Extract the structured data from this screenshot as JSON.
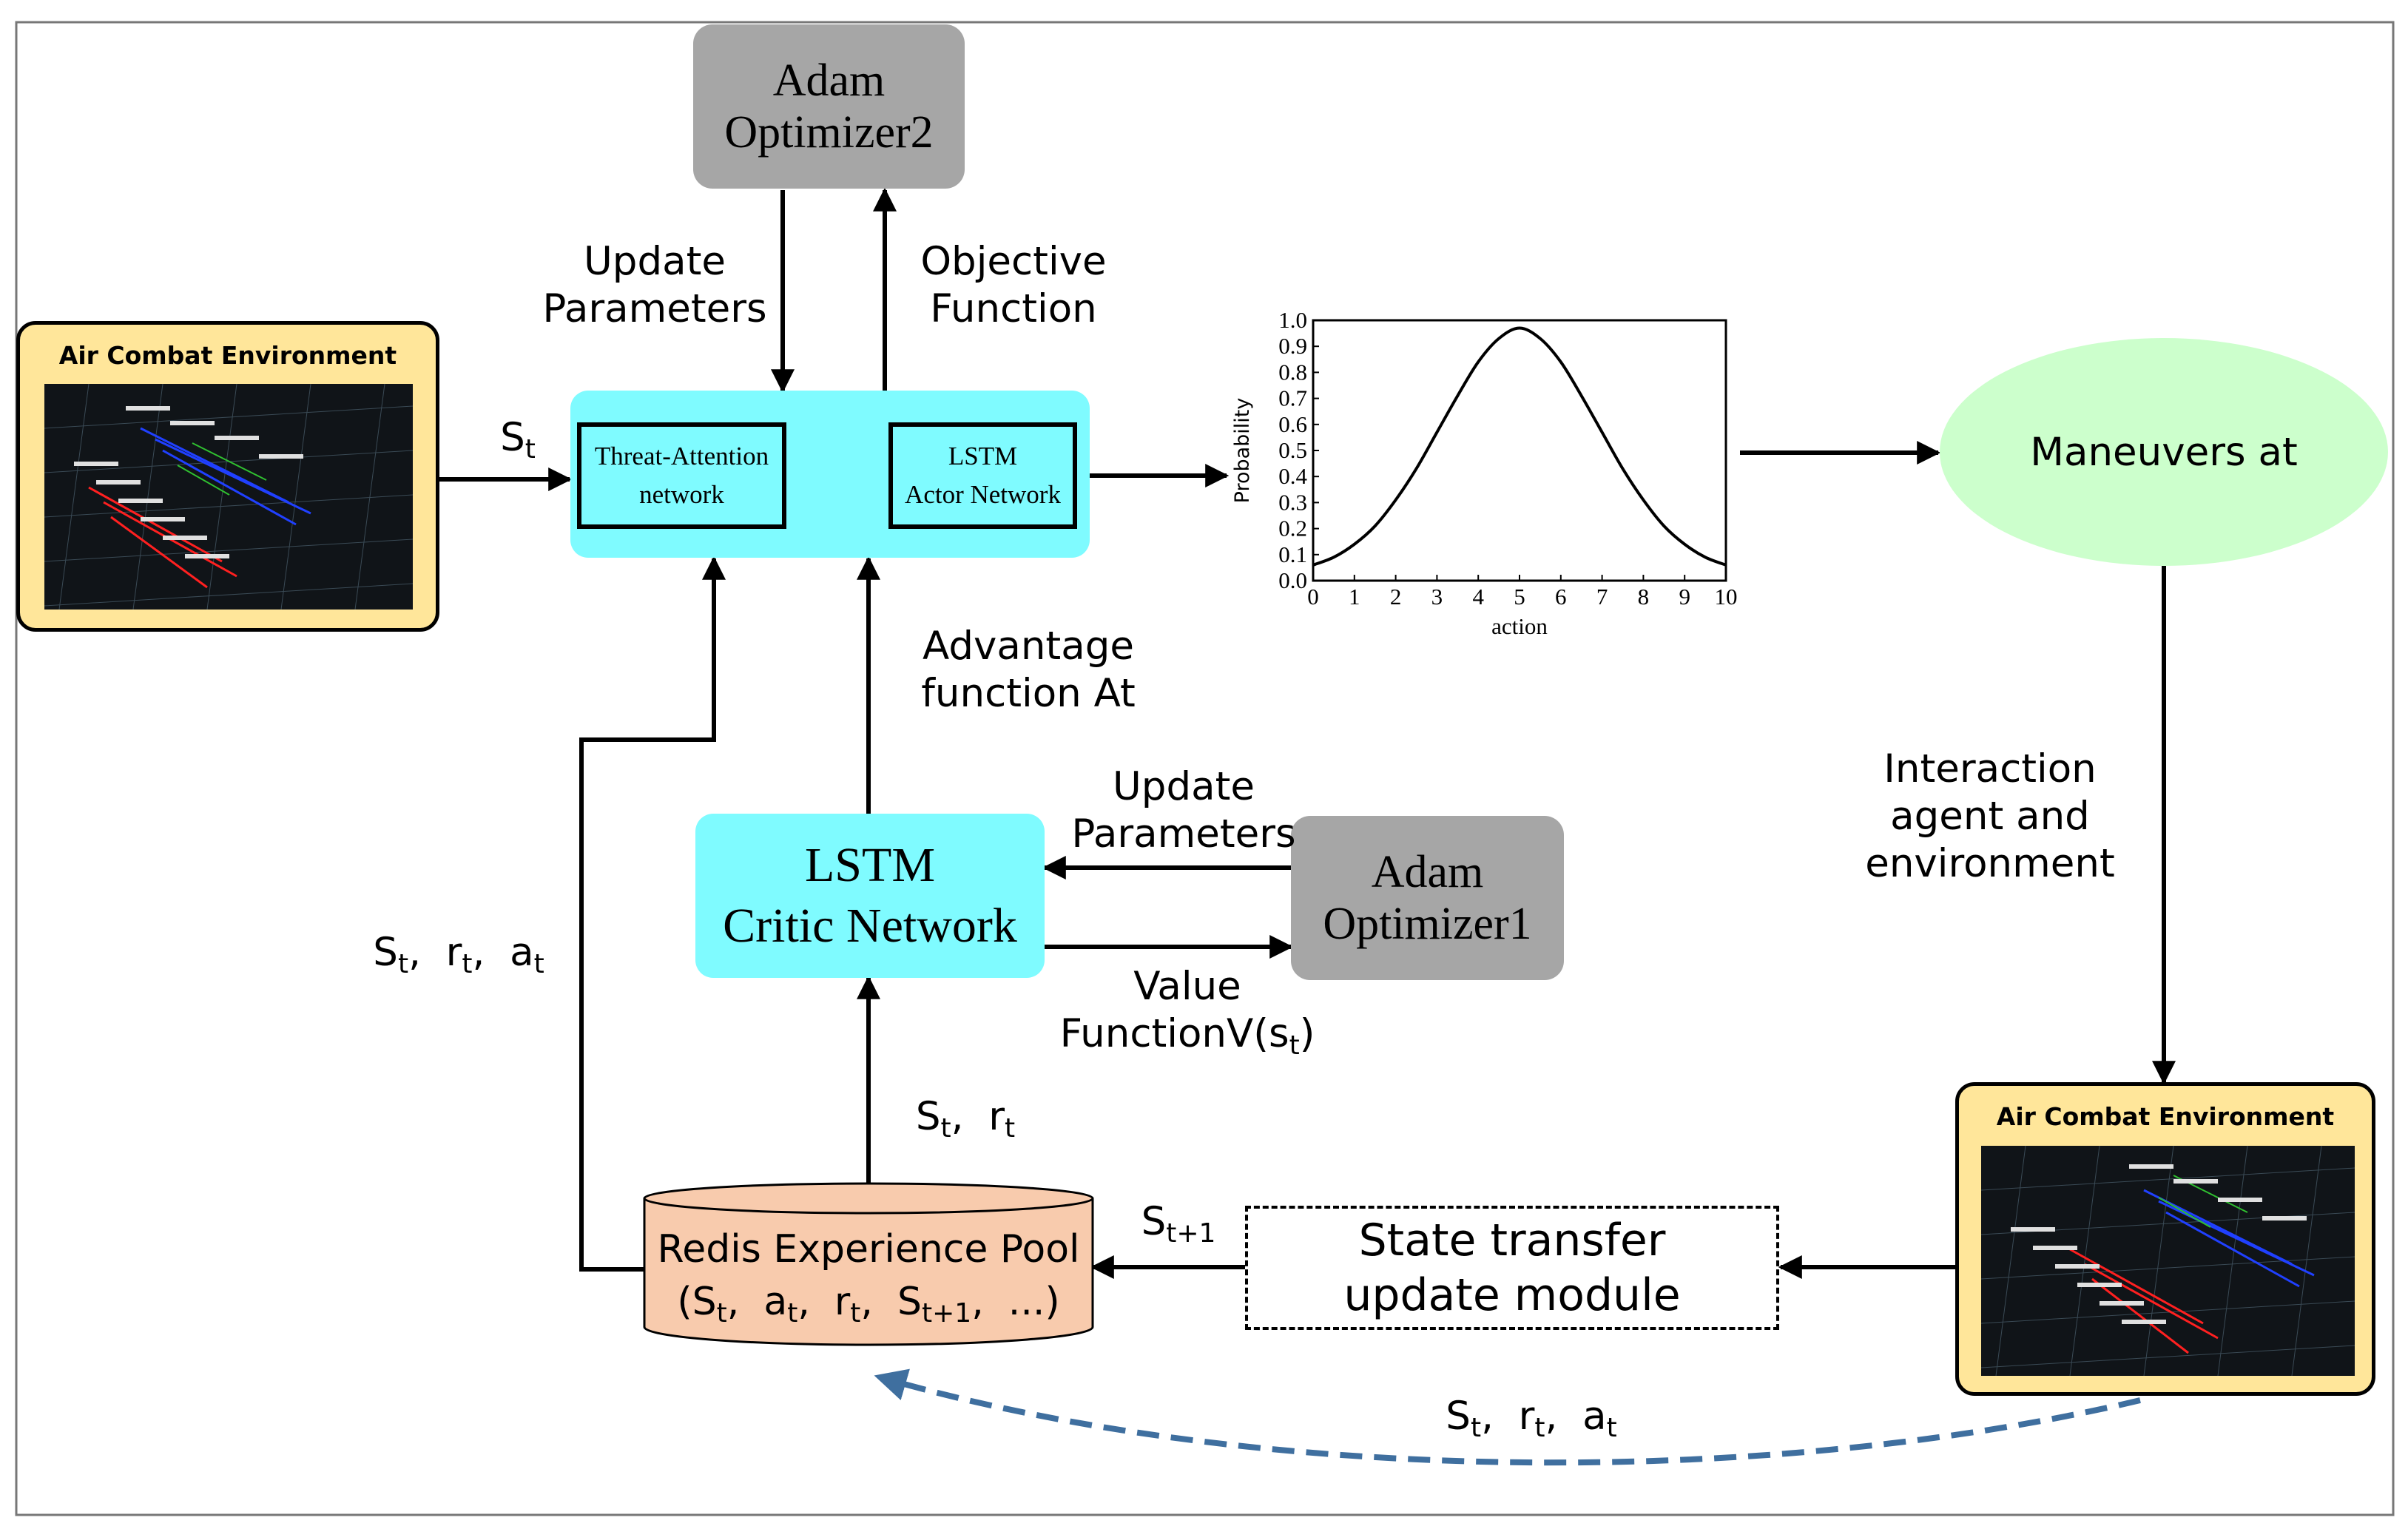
{
  "env_left": {
    "title": "Air Combat Environment"
  },
  "env_right": {
    "title": "Air Combat Environment"
  },
  "optimizer2": {
    "line1": "Adam",
    "line2": "Optimizer2"
  },
  "optimizer1": {
    "line1": "Adam",
    "line2": "Optimizer1"
  },
  "labels": {
    "update_params_top_1": "Update",
    "update_params_top_2": "Parameters",
    "objective_1": "Objective",
    "objective_2": "Function",
    "st_input": "S",
    "st_input_sub": "t",
    "advantage_1": "Advantage",
    "advantage_2": "function At",
    "update_params_mid_1": "Update",
    "update_params_mid_2": "Parameters",
    "value_fn_1": "Value",
    "value_fn_2": "FunctionV(s",
    "value_fn_sub": "t",
    "value_fn_end": ")",
    "st_rt_at_left": "S<sub>t</sub>,&nbsp; r<sub>t</sub>,&nbsp; a<sub>t</sub>",
    "st_rt": "S<sub>t</sub>,&nbsp; r<sub>t</sub>",
    "st1": "S<sub>t+1</sub>",
    "interaction_1": "Interaction",
    "interaction_2": "agent and",
    "interaction_3": "environment",
    "st_rt_at_bottom": "S<sub>t</sub>,&nbsp; r<sub>t</sub>,&nbsp; a<sub>t</sub>"
  },
  "actor": {
    "threat_1": "Threat-Attention",
    "threat_2": "network",
    "lstm_1": "LSTM",
    "lstm_2": "Actor Network"
  },
  "critic": {
    "line1": "LSTM",
    "line2": "Critic Network"
  },
  "maneuvers": {
    "label": "Maneuvers at"
  },
  "redis": {
    "line1": "Redis Experience Pool",
    "line2": "(S<sub>t</sub>,&nbsp; a<sub>t</sub>,&nbsp; r<sub>t</sub>,&nbsp; S<sub>t+1</sub>,&nbsp; ...)"
  },
  "state_transfer": {
    "line1": "State transfer",
    "line2": "update module"
  },
  "chart_data": {
    "type": "line",
    "xlabel": "action",
    "ylabel": "Probability",
    "xlim": [
      0,
      10
    ],
    "ylim": [
      0.0,
      1.0
    ],
    "x_ticks": [
      "0",
      "1",
      "2",
      "3",
      "4",
      "5",
      "6",
      "7",
      "8",
      "9",
      "10"
    ],
    "y_ticks": [
      "0.0",
      "0.1",
      "0.2",
      "0.3",
      "0.4",
      "0.5",
      "0.6",
      "0.7",
      "0.8",
      "0.9",
      "1.0"
    ],
    "series": [
      {
        "x": [
          0,
          0.5,
          1,
          1.5,
          2,
          2.5,
          3,
          3.5,
          4,
          4.5,
          5,
          5.5,
          6,
          6.5,
          7,
          7.5,
          8,
          8.5,
          9,
          9.5,
          10
        ],
        "y": [
          0.06,
          0.09,
          0.14,
          0.21,
          0.31,
          0.43,
          0.57,
          0.71,
          0.84,
          0.93,
          0.97,
          0.93,
          0.84,
          0.71,
          0.57,
          0.43,
          0.31,
          0.21,
          0.14,
          0.09,
          0.06
        ]
      }
    ]
  },
  "colors": {
    "optimizer": "#a6a6a6",
    "network": "#7ffbff",
    "maneuver": "#ccffcc",
    "redis": "#f8cbad",
    "env": "#ffe69a",
    "dashed_arrow": "#3f6f9f"
  }
}
